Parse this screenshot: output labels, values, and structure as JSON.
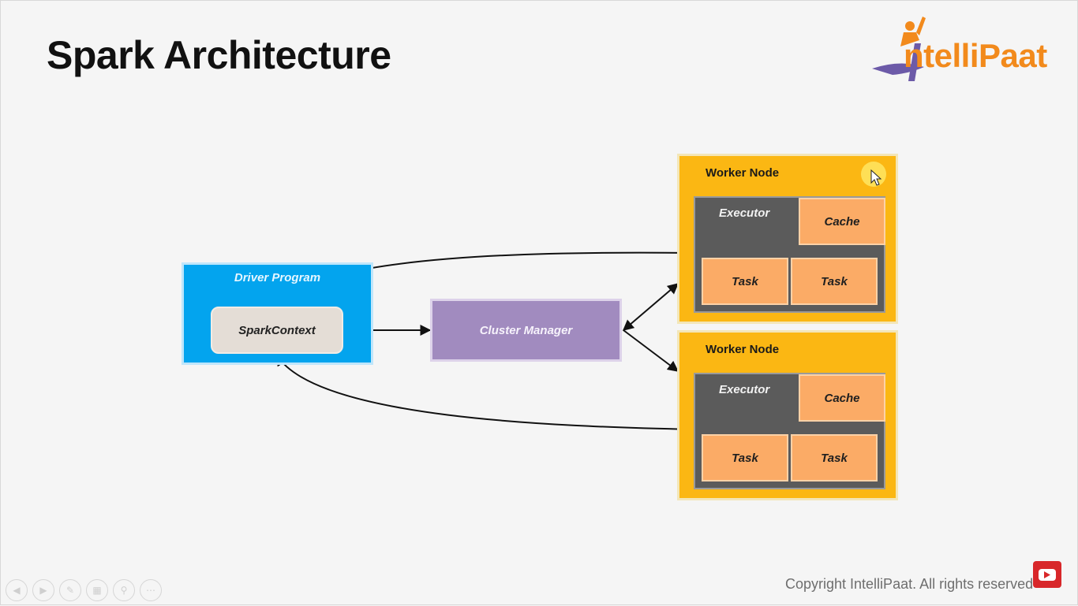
{
  "slide": {
    "title": "Spark Architecture",
    "footer": "Copyright IntelliPaat. All rights reserved"
  },
  "logo": {
    "text": "ntelliPaat",
    "brand_color": "#f28a1c",
    "figure_color": "#6c5aa8"
  },
  "diagram": {
    "driver": {
      "label": "Driver Program",
      "spark_context": "SparkContext"
    },
    "cluster_manager": "Cluster Manager",
    "workers": [
      {
        "label": "Worker Node",
        "executor": "Executor",
        "cache": "Cache",
        "tasks": [
          "Task",
          "Task"
        ]
      },
      {
        "label": "Worker Node",
        "executor": "Executor",
        "cache": "Cache",
        "tasks": [
          "Task",
          "Task"
        ]
      }
    ]
  },
  "colors": {
    "driver": "#03a4ee",
    "spark_context": "#e4ddd6",
    "cluster_manager": "#a18bbf",
    "worker": "#fbb713",
    "executor": "#5b5b5b",
    "task": "#fbab66"
  },
  "presentation_controls": [
    "previous-icon",
    "next-icon",
    "pen-icon",
    "slides-icon",
    "zoom-icon",
    "more-icon"
  ]
}
